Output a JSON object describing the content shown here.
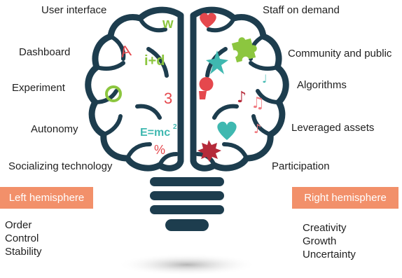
{
  "left_labels": [
    "User interface",
    "Dashboard",
    "Experiment",
    "Autonomy",
    "Socializing technology"
  ],
  "right_labels": [
    "Staff on demand",
    "Community and public",
    "Algorithms",
    "Leveraged assets",
    "Participation"
  ],
  "left_badge": "Left hemisphere",
  "right_badge": "Right hemisphere",
  "left_traits": [
    "Order",
    "Control",
    "Stability"
  ],
  "right_traits": [
    "Creativity",
    "Growth",
    "Uncertainty"
  ],
  "brain_symbols": {
    "letter_w": "w",
    "letter_a": "A",
    "sum": "i+d",
    "digit": "3",
    "formula": "E=mc",
    "formula_exp": "2",
    "percent": "%"
  },
  "colors": {
    "brain_outline": "#1d3d4e",
    "badge": "#f2906a",
    "red": "#e5484d",
    "green": "#8cc63f",
    "teal": "#3fb8b0",
    "pink": "#f07c82",
    "crimson": "#b52a3a"
  }
}
